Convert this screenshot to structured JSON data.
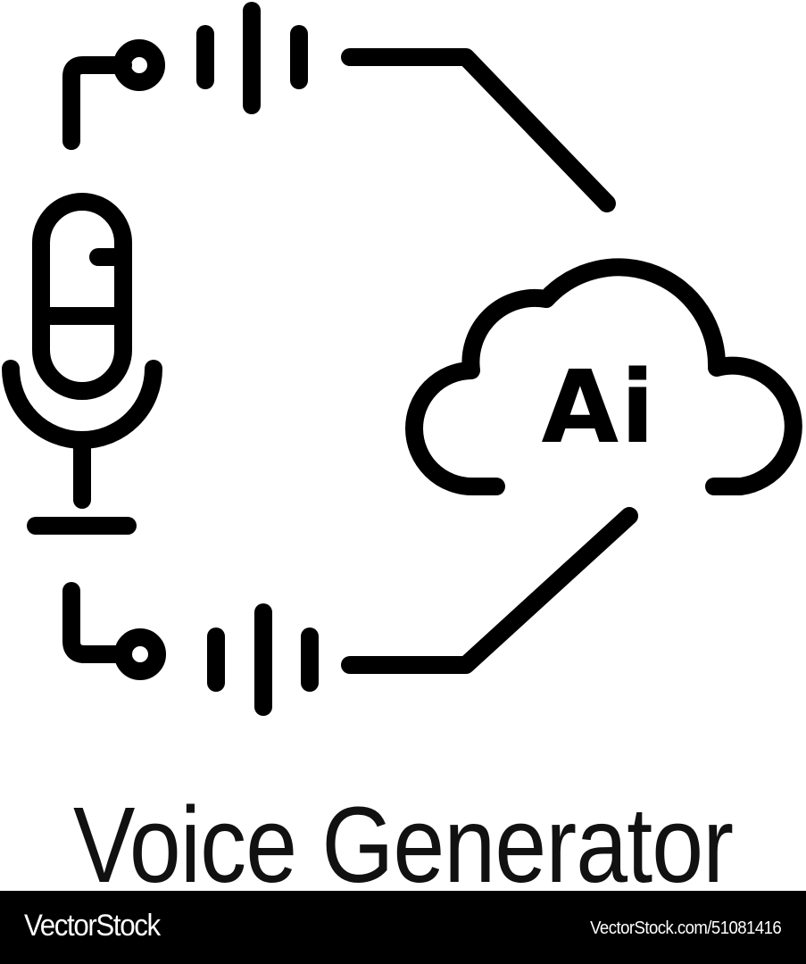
{
  "illustration": {
    "label": "Voice generator line icon",
    "stroke_color": "#000000",
    "background_color": "#ffffff",
    "elements": {
      "microphone": "microphone-icon",
      "cloud": "cloud-icon",
      "cloud_text": "Ai",
      "top_sound_waves": "sound-wave-bars",
      "bottom_sound_waves": "sound-wave-bars"
    }
  },
  "title": "Voice Generator",
  "footer": {
    "brand": "VectorStock",
    "image_id": "VectorStock.com/51081416",
    "background_color": "#000000",
    "text_color": "#ffffff"
  }
}
